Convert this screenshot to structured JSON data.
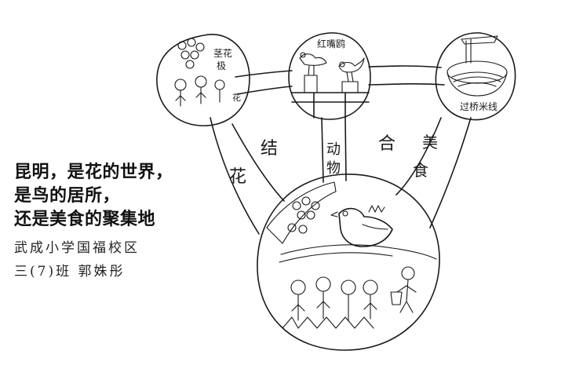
{
  "caption": {
    "line1": "昆明，是花的世界，",
    "line2": "是鸟的居所，",
    "line3": "还是美食的聚集地"
  },
  "credit": {
    "school": "武成小学国福校区",
    "student": "三(7)班 郭姝彤"
  },
  "drawing_labels": {
    "flower_circle_label_a": "茎花",
    "flower_circle_label_b": "极",
    "flower_circle_label_c": "花",
    "bird_circle_label": "红嘴鸥",
    "food_circle_label": "过桥米线",
    "road_left": "花",
    "road_mid_1": "结",
    "road_mid_2": "动",
    "road_mid_3": "物",
    "road_right_1": "合",
    "road_right_2": "美",
    "road_right_3": "食"
  },
  "colors": {
    "ink": "#1a1a1a",
    "paper": "#ffffff"
  }
}
